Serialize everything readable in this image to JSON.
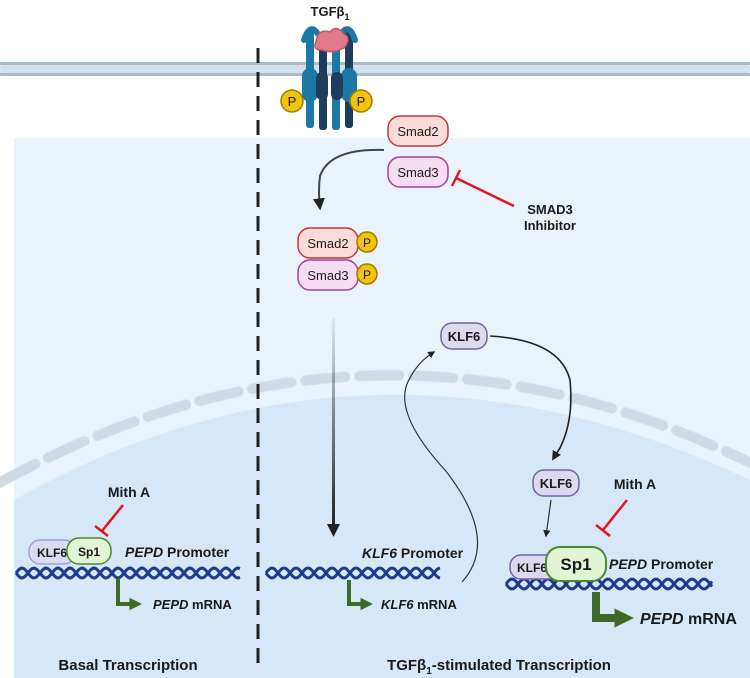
{
  "ligand": {
    "name": "TGFβ",
    "sub": "1"
  },
  "phospho": "P",
  "proteins": {
    "smad2": "Smad2",
    "smad3": "Smad3",
    "klf6": "KLF6",
    "sp1": "Sp1"
  },
  "inhibitors": {
    "smad3_line1": "SMAD3",
    "smad3_line2": "Inhibitor",
    "mith": "Mith A"
  },
  "genes": {
    "pepd": "PEPD",
    "klf6": "KLF6",
    "promoter_word": " Promoter",
    "mrna_word": " mRNA"
  },
  "footer": {
    "basal": "Basal  Transcription",
    "stim_prefix": "TGFβ",
    "stim_sub": "1",
    "stim_suffix": "-stimulated Transcription"
  },
  "colors": {
    "smad2_fill": "#fbdada",
    "smad2_stroke": "#c03a3a",
    "smad3_fill": "#f5dcf3",
    "smad3_stroke": "#9a4a92",
    "klf6_fill": "#dcd9ef",
    "klf6_stroke": "#6d66a3",
    "sp1_fill": "#dff5d3",
    "sp1_stroke": "#4b8a33",
    "phospho_fill": "#f2c40c",
    "inhibit": "#e0161b",
    "arrow_green": "#3d6b27",
    "dna": "#1f3c8c",
    "cytoplasm": "#e8f2fb",
    "nucleus": "#d9e9f8",
    "receptor": "#1d78a6"
  }
}
